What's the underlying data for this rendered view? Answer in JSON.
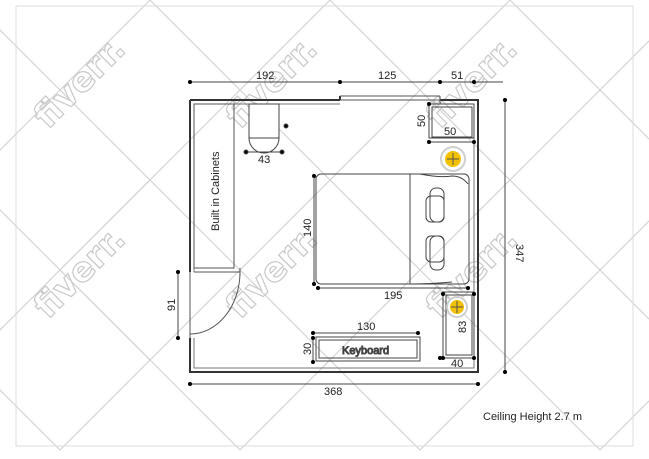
{
  "watermark": {
    "text": "fiverr."
  },
  "dimensions": {
    "top_left": "192",
    "top_mid": "125",
    "top_right": "51",
    "nightstand_top_h": "50",
    "nightstand_top_w": "50",
    "ac_width": "43",
    "bed_height": "140",
    "bed_length": "195",
    "room_depth": "347",
    "door_width": "91",
    "nightstand_bottom_h": "83",
    "nightstand_bottom_w": "40",
    "keyboard_length": "130",
    "keyboard_depth": "30",
    "room_width": "368"
  },
  "labels": {
    "cabinets": "Built in Cabinets",
    "keyboard": "Keyboard",
    "ceiling": "Ceiling Height 2.7 m"
  },
  "colors": {
    "wall": "#333333",
    "lamp_fill": "#f2c200",
    "lamp_ring": "#cfcfcf",
    "watermark": "#c9c9c9"
  }
}
